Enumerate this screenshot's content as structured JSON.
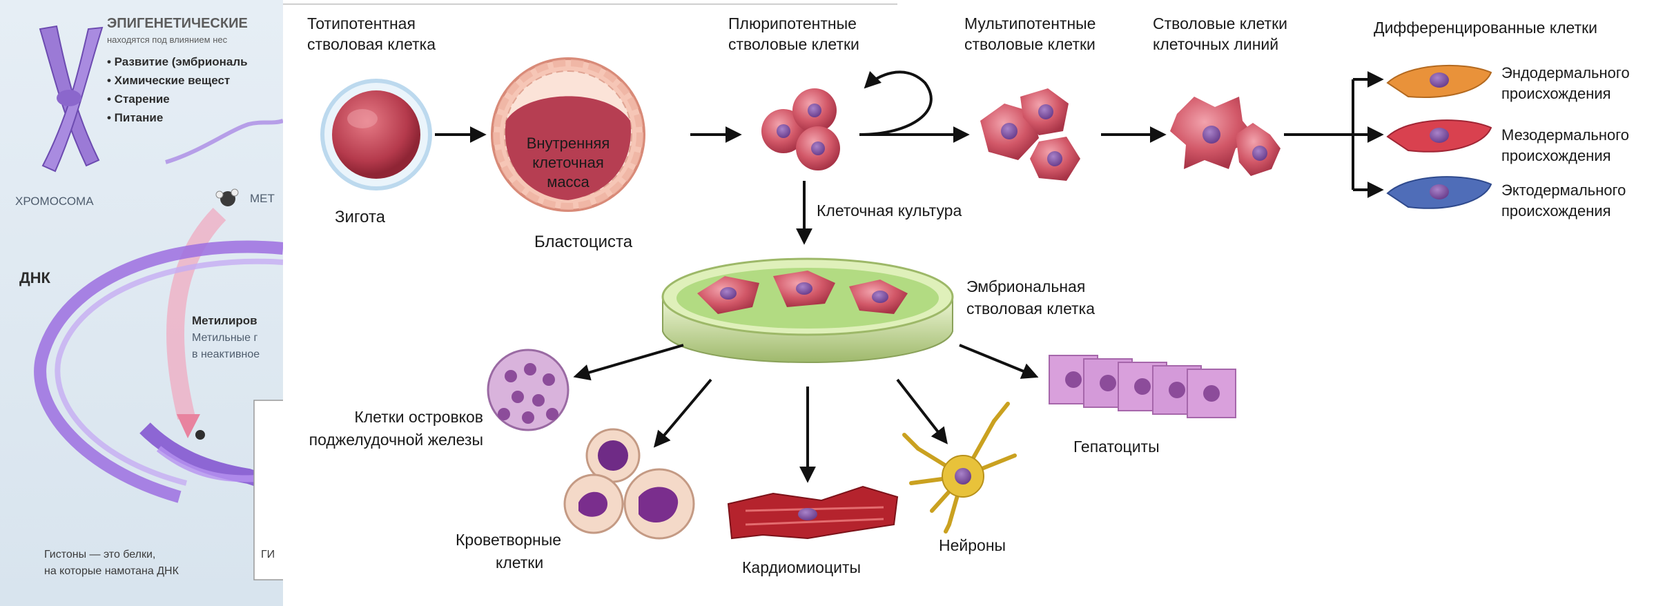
{
  "epigenetics": {
    "title": "ЭПИГЕНЕТИЧЕСКИЕ",
    "subtitle": "находятся под влиянием нес",
    "factors": [
      "• Развитие (эмбриональ",
      "• Химические вещест",
      "• Старение",
      "• Питание"
    ],
    "chromosome_label": "ХРОМОСОМА",
    "methyl_label": "МЕТ",
    "dna_label": "ДНК",
    "methylation_title": "Метилиров",
    "methylation_text": [
      "Метильные г",
      "в неактивное"
    ],
    "histones_text": [
      "Гистоны — это белки,",
      "на которые намотана ДНК"
    ],
    "histone_box_label": "ГИ"
  },
  "stem_cells": {
    "totipotent": [
      "Тотипотентная",
      "стволовая клетка"
    ],
    "zygote": "Зигота",
    "inner_mass": [
      "Внутренняя",
      "клеточная",
      "масса"
    ],
    "blastocyst": "Бластоциста",
    "pluripotent": [
      "Плюрипотентные",
      "стволовые клетки"
    ],
    "multipotent": [
      "Мультипотентные",
      "стволовые клетки"
    ],
    "lineage": [
      "Стволовые клетки",
      "клеточных линий"
    ],
    "differentiated": "Дифференцированные клетки",
    "endo": [
      "Эндодермального",
      "происхождения"
    ],
    "meso": [
      "Мезодермального",
      "происхождения"
    ],
    "ecto": [
      "Эктодермального",
      "происхождения"
    ],
    "culture": "Клеточная культура",
    "embryonic": [
      "Эмбриональная",
      "стволовая клетка"
    ],
    "islets": [
      "Клетки островков",
      "поджелудочной железы"
    ],
    "blood": [
      "Кроветворные",
      "клетки"
    ],
    "cardio": "Кардиомиоциты",
    "neurons": "Нейроны",
    "hepatocytes": "Гепатоциты"
  },
  "colors": {
    "cell_red": "#c8505f",
    "nucleus": "#7a4e9a",
    "dna_purple": "#8a5cc8",
    "endo": "#e9923a",
    "meso": "#d9414f",
    "ecto": "#4f6db8",
    "neuron": "#e8c23a",
    "hepatocyte": "#cf86d6"
  }
}
